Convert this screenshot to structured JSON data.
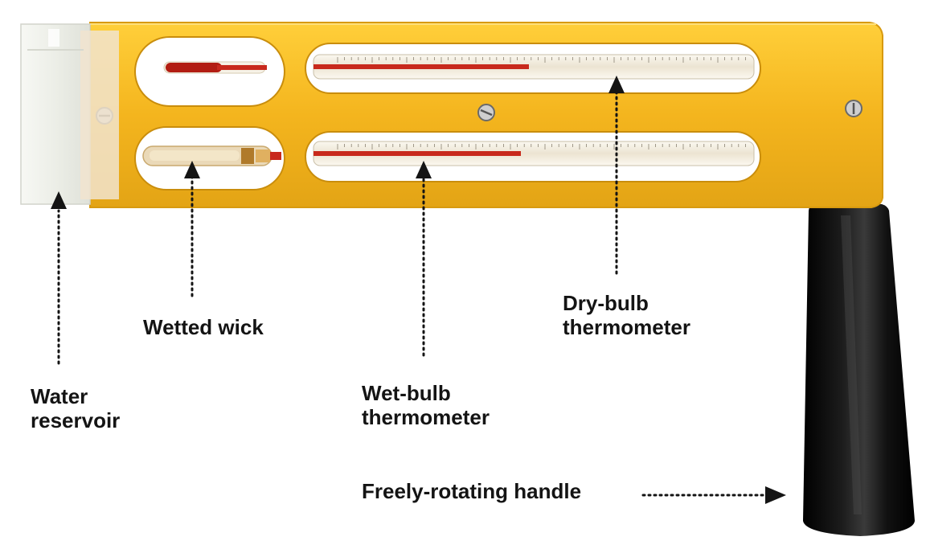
{
  "colors": {
    "frame": "#f2b21c",
    "frame_shadow": "#d89a10",
    "frame_highlight": "#ffd24a",
    "window": "#ffffff",
    "reservoir": "#eef0ea",
    "handle": "#0b0b0b",
    "mercury": "#c8291c",
    "glass": "#efe9dc",
    "pointer": "#141414"
  },
  "icons": {
    "screws": "screw-icon",
    "arrowheads": "arrowhead-icon"
  },
  "labels": {
    "water_reservoir": [
      "Water",
      "reservoir"
    ],
    "wetted_wick": "Wetted wick",
    "wet_bulb": [
      "Wet-bulb",
      "thermometer"
    ],
    "dry_bulb": [
      "Dry-bulb",
      "thermometer"
    ],
    "handle": "Freely-rotating handle"
  }
}
